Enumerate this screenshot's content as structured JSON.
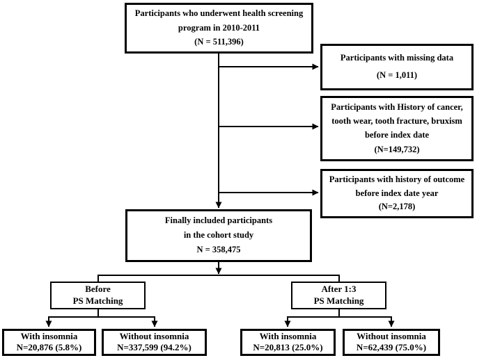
{
  "figure": {
    "type": "participant-flow-diagram",
    "colors": {
      "background": "#ffffff",
      "line": "#000000",
      "text": "#000000"
    }
  },
  "boxes": {
    "screening": {
      "lines": [
        "Participants who underwent health screening",
        "program in 2010-2011",
        "(N = 511,396)"
      ]
    },
    "excluded_missing": {
      "lines": [
        "Participants with missing data",
        "(N = 1,011)"
      ]
    },
    "excluded_history": {
      "lines": [
        "Participants with History of cancer,",
        "tooth wear, tooth fracture, bruxism",
        "before index date",
        "(N=149,732)"
      ]
    },
    "excluded_outcome": {
      "lines": [
        "Participants with history of outcome",
        "before index date year",
        "(N=2,178)"
      ]
    },
    "final_cohort": {
      "lines": [
        "Finally included participants",
        "in the cohort study",
        "N = 358,475"
      ]
    },
    "before_matching": {
      "lines": [
        "Before",
        "PS Matching"
      ]
    },
    "after_matching": {
      "lines": [
        "After 1:3",
        "PS Matching"
      ]
    },
    "before_with_insomnia": {
      "lines": [
        "With insomnia",
        "N=20,876 (5.8%)"
      ]
    },
    "before_without_insomnia": {
      "lines": [
        "Without insomnia",
        "N=337,599 (94.2%)"
      ]
    },
    "after_with_insomnia": {
      "lines": [
        "With insomnia",
        "N=20,813 (25.0%)"
      ]
    },
    "after_without_insomnia": {
      "lines": [
        "Without insomnia",
        "N=62,439 (75.0%)"
      ]
    }
  }
}
